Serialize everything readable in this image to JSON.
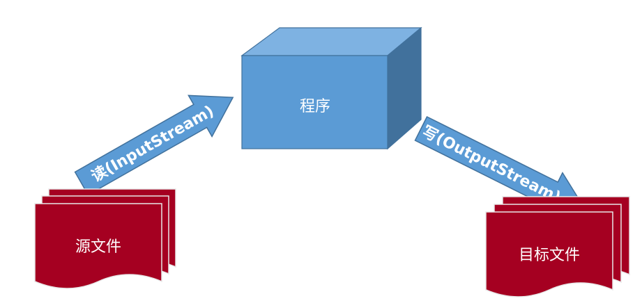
{
  "nodes": {
    "program": {
      "label": "程序"
    },
    "source_file": {
      "label": "源文件"
    },
    "target_file": {
      "label": "目标文件"
    }
  },
  "edges": {
    "read": {
      "label": "读(InputStream)"
    },
    "write": {
      "label": "写(OutputStream)"
    }
  },
  "colors": {
    "box_front": "#5b9bd5",
    "box_top": "#7eb2e2",
    "box_side": "#41719c",
    "arrow_fill": "#5b9bd5",
    "arrow_stroke": "#41719c",
    "doc_fill": "#a50021",
    "doc_stroke": "#e8e8e8"
  }
}
